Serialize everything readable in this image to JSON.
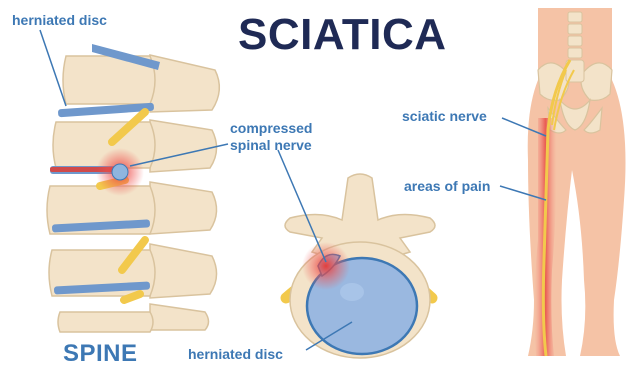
{
  "title": "SCIATICA",
  "labels": {
    "herniated_disc_top": "herniated disc",
    "compressed_line1": "compressed",
    "compressed_line2": "spinal nerve",
    "spine": "SPINE",
    "herniated_disc_bottom": "herniated disc",
    "sciatic_nerve": "sciatic nerve",
    "areas_of_pain": "areas of pain"
  },
  "colors": {
    "title": "#1f2a55",
    "label": "#3d78b4",
    "bone": "#f3e3c9",
    "bone_outline": "#d9c39e",
    "disc": "#6f98cc",
    "nerve": "#f2c94c",
    "pain": "#e53935",
    "skin": "#f5c3a6"
  }
}
